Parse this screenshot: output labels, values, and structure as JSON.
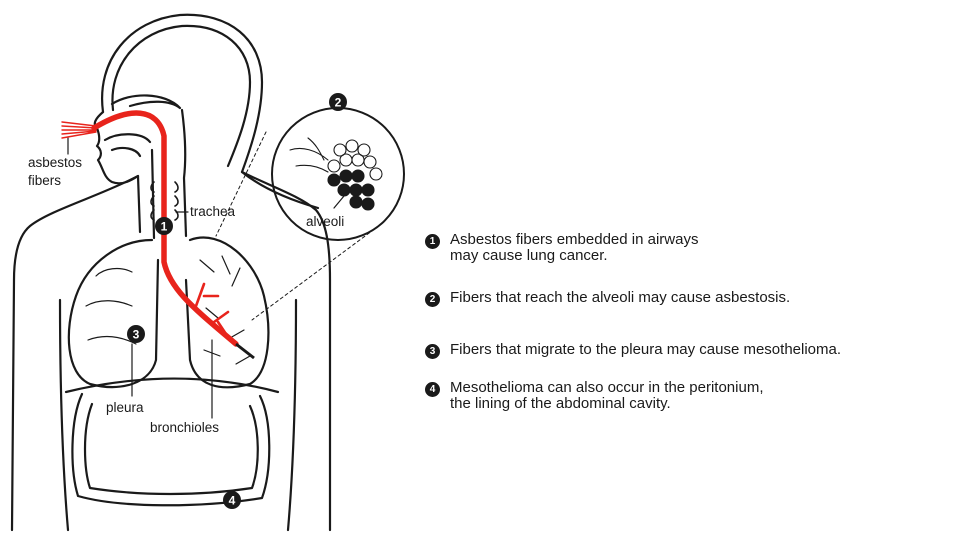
{
  "labels": {
    "asbestos_line1": "asbestos",
    "asbestos_line2": "fibers",
    "trachea": "trachea",
    "alveoli": "alveoli",
    "pleura": "pleura",
    "bronchioles": "bronchioles"
  },
  "markers": [
    "1",
    "2",
    "3",
    "4"
  ],
  "legend": [
    {
      "number": "1",
      "line1": "Asbestos fibers embedded in airways",
      "line2": "may cause lung cancer."
    },
    {
      "number": "2",
      "line1": "Fibers that reach the alveoli may cause asbestosis.",
      "line2": ""
    },
    {
      "number": "3",
      "line1": "Fibers that migrate to the pleura may cause mesothelioma.",
      "line2": ""
    },
    {
      "number": "4",
      "line1": "Mesothelioma can also occur in the peritonium,",
      "line2": "the lining of the abdominal cavity."
    }
  ],
  "colors": {
    "airway": "#e8241c",
    "outline": "#1a1a1a",
    "background": "#ffffff"
  }
}
